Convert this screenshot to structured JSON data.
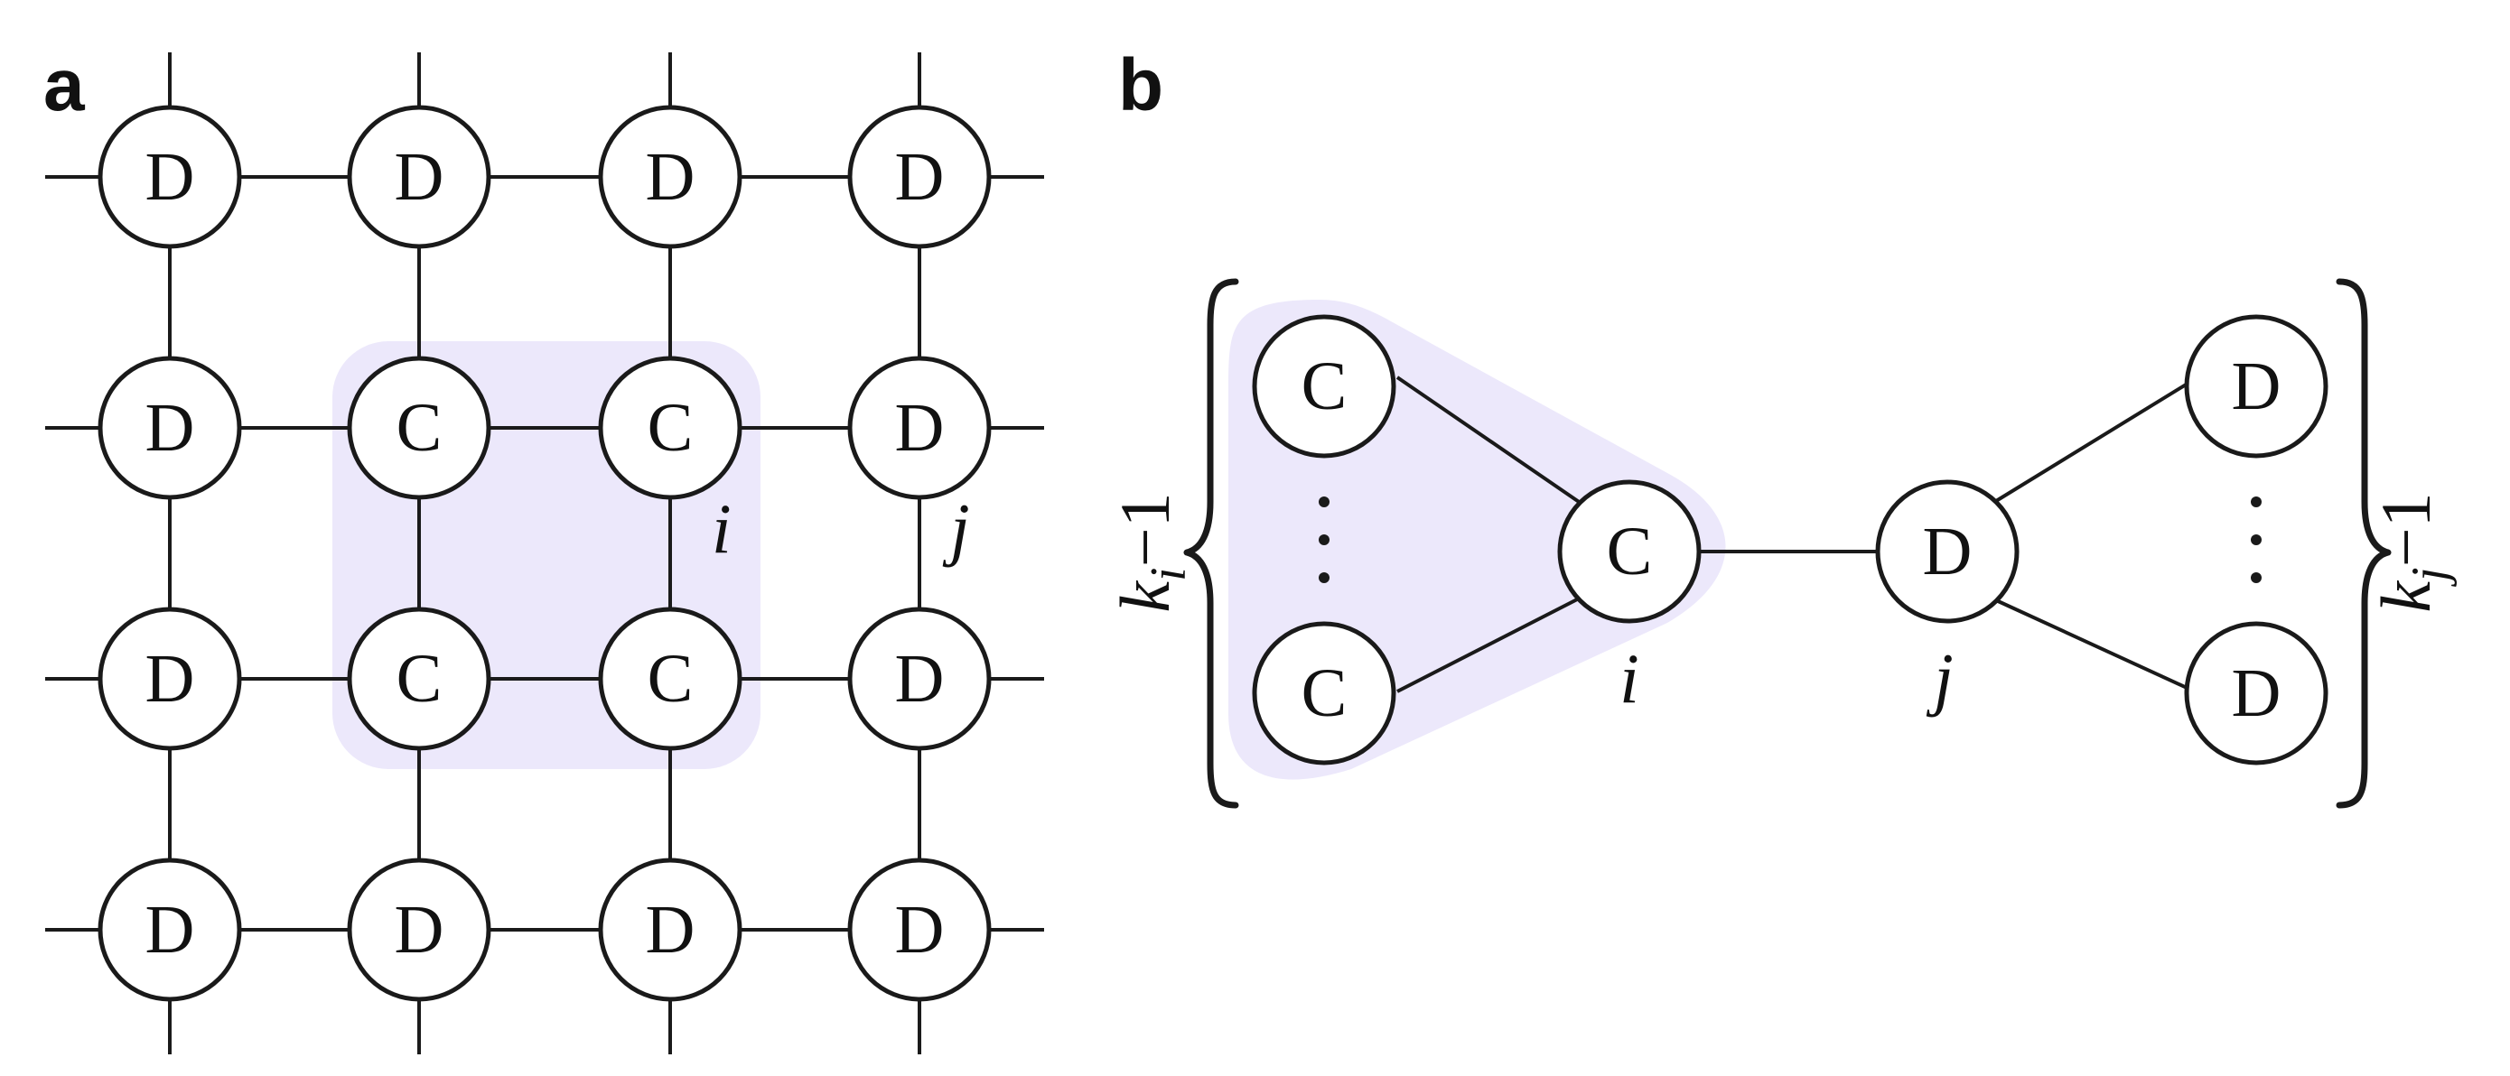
{
  "colors": {
    "highlight": "#ece8fb",
    "stroke": "#1a1a1a",
    "node_fill": "#ffffff"
  },
  "panel_a": {
    "label": "a",
    "grid": [
      [
        "D",
        "D",
        "D",
        "D"
      ],
      [
        "D",
        "C",
        "C",
        "D"
      ],
      [
        "D",
        "C",
        "C",
        "D"
      ],
      [
        "D",
        "D",
        "D",
        "D"
      ]
    ],
    "annotation_i": "i",
    "annotation_j": "j"
  },
  "panel_b": {
    "label": "b",
    "cluster_top": "C",
    "cluster_bottom": "C",
    "node_i": "C",
    "node_j": "D",
    "leaf_top": "D",
    "leaf_bottom": "D",
    "label_i": "i",
    "label_j": "j",
    "left_brace": {
      "k": "k",
      "sub": "i",
      "rest": "−1"
    },
    "right_brace": {
      "k": "k",
      "sub": "j",
      "rest": "−1"
    }
  }
}
